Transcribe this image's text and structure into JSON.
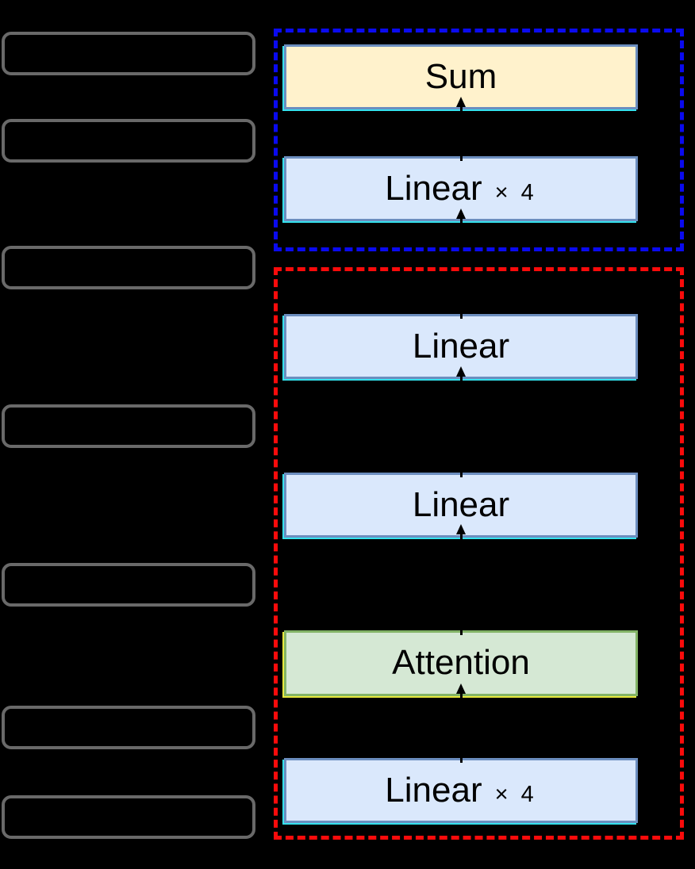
{
  "diagram": {
    "background_color": "#000000",
    "groups": [
      {
        "name": "blue-dashed-group",
        "border_color": "#0a0af0",
        "border_style": "dashed"
      },
      {
        "name": "red-dashed-group",
        "border_color": "#fb0b0b",
        "border_style": "dashed"
      }
    ],
    "blocks": [
      {
        "name": "sum",
        "label": "Sum",
        "suffix": "",
        "fill": "#fff2cc",
        "border": "#6c8ebf",
        "edge_artifact": "#35e2ee"
      },
      {
        "name": "linear-x4-top",
        "label": "Linear",
        "suffix": "× 4",
        "fill": "#dae8fc",
        "border": "#6c8ebf",
        "edge_artifact": "#35e2ee"
      },
      {
        "name": "linear-upper",
        "label": "Linear",
        "suffix": "",
        "fill": "#dae8fc",
        "border": "#6c8ebf",
        "edge_artifact": "#35e2ee"
      },
      {
        "name": "linear-lower",
        "label": "Linear",
        "suffix": "",
        "fill": "#dae8fc",
        "border": "#6c8ebf",
        "edge_artifact": "#35e2ee"
      },
      {
        "name": "attention",
        "label": "Attention",
        "suffix": "",
        "fill": "#d5e8d4",
        "border": "#82b366",
        "edge_artifact": "#e8e93e"
      },
      {
        "name": "linear-x4-bottom",
        "label": "Linear",
        "suffix": "× 4",
        "fill": "#dae8fc",
        "border": "#6c8ebf",
        "edge_artifact": "#35e2ee"
      }
    ],
    "left_placeholder_boxes": {
      "count": 7,
      "border_color": "#696969",
      "labels_visible": false
    },
    "arrow_color": "#000000",
    "arrow_direction": "up"
  }
}
